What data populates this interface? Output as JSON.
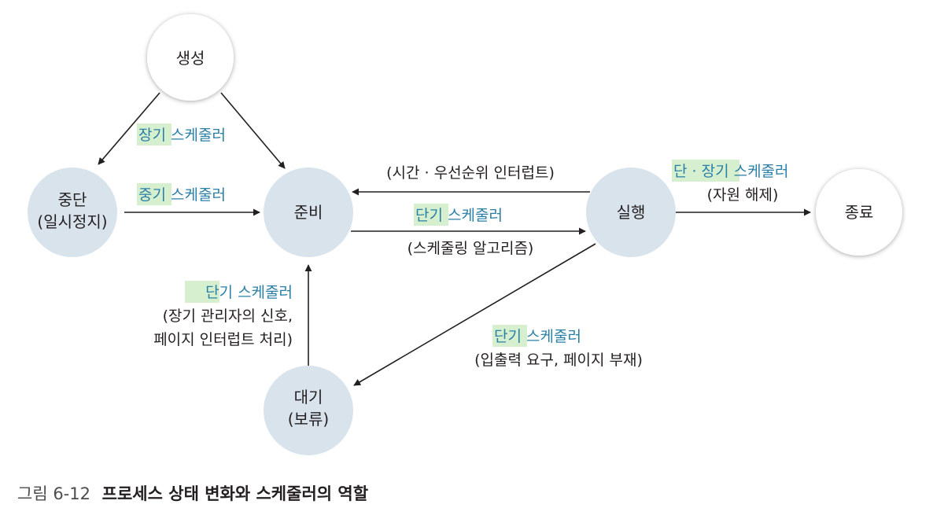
{
  "colors": {
    "state_fill": "#d9e3ec",
    "terminal_fill": "#ffffff",
    "scheduler_text": "#2a7fa6",
    "highlight_bg": "#d6f0cf",
    "arrow": "#231f20"
  },
  "nodes": {
    "create": "생성",
    "suspend_line1": "중단",
    "suspend_line2": "(일시정지)",
    "ready": "준비",
    "running": "실행",
    "terminate": "종료",
    "wait_line1": "대기",
    "wait_line2": "(보류)"
  },
  "labels": {
    "create_suspend_hl": "장기",
    "create_suspend_rest": " 스케줄러",
    "suspend_ready_hl": "중기",
    "suspend_ready_rest": " 스케줄러",
    "running_ready_note": "(시간 · 우선순위 인터럽트)",
    "ready_running_hl": "단기",
    "ready_running_rest": " 스케줄러",
    "ready_running_note": "(스케줄링 알고리즘)",
    "running_term_hl": "단 · 장기",
    "running_term_rest": " 스케줄러",
    "running_term_note": "(자원 해제)",
    "wait_ready_hl": "단기",
    "wait_ready_rest": " 스케줄러",
    "wait_ready_note1": "(장기 관리자의 신호,",
    "wait_ready_note2": "페이지 인터럽트 처리)",
    "running_wait_hl": "단기",
    "running_wait_rest": " 스케줄러",
    "running_wait_note": "(입출력 요구, 페이지 부재)"
  },
  "caption": {
    "number": "그림 6-12",
    "title": "프로세스 상태 변화와 스케줄러의 역할"
  }
}
